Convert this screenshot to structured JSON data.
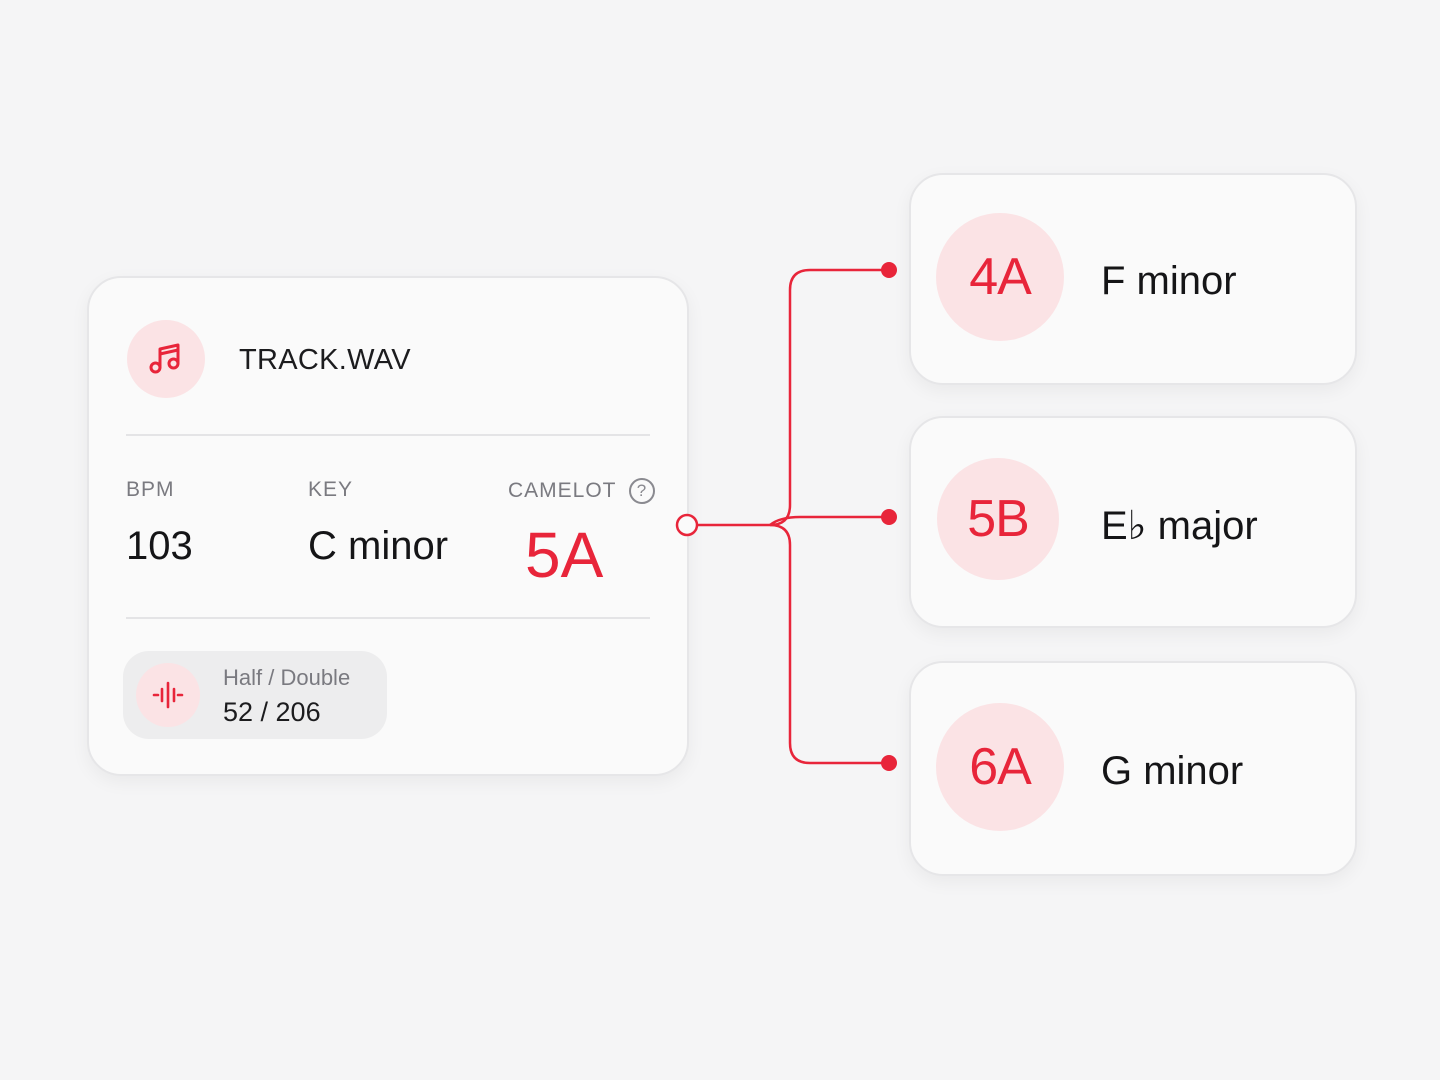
{
  "track": {
    "filename": "TRACK.WAV",
    "icon": "music-note-icon",
    "stats": {
      "bpm_label": "BPM",
      "bpm_value": "103",
      "key_label": "KEY",
      "key_value": "C minor",
      "camelot_label": "CAMELOT",
      "camelot_help": "?",
      "camelot_value": "5A"
    },
    "half_double": {
      "icon": "waveform-icon",
      "label": "Half / Double",
      "value": "52 / 206"
    }
  },
  "matches": [
    {
      "code": "4A",
      "key": "F minor"
    },
    {
      "code": "5B",
      "key": "E♭ major"
    },
    {
      "code": "6A",
      "key": "G minor"
    }
  ],
  "colors": {
    "accent": "#e8253a",
    "accent_soft": "#fbe3e5",
    "background": "#f5f5f6",
    "card": "#fafafa"
  }
}
